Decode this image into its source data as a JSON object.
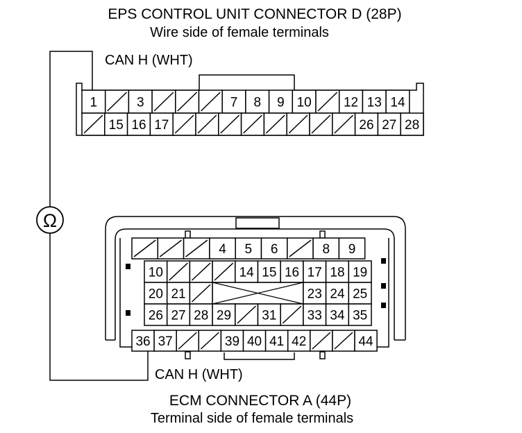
{
  "connector_d": {
    "title": "EPS CONTROL UNIT CONNECTOR D (28P)",
    "subtitle": "Wire side of female terminals",
    "probe_label": "CAN H (WHT)",
    "row1": [
      "1",
      "",
      "3",
      "",
      "",
      "",
      "7",
      "8",
      "9",
      "10",
      "",
      "12",
      "13",
      "14"
    ],
    "row2": [
      "",
      "15",
      "16",
      "17",
      "",
      "",
      "",
      "",
      "",
      "",
      "",
      "",
      "26",
      "27",
      "28"
    ]
  },
  "connector_a": {
    "title": "ECM CONNECTOR A (44P)",
    "subtitle": "Terminal side of female terminals",
    "probe_label": "CAN H (WHT)",
    "row1": [
      "",
      "",
      "",
      "4",
      "5",
      "6",
      "",
      "8",
      "9"
    ],
    "row2": [
      "10",
      "",
      "",
      "",
      "14",
      "15",
      "16",
      "17",
      "18",
      "19"
    ],
    "row3": [
      "20",
      "21",
      "",
      "",
      "",
      "",
      "",
      "23",
      "24",
      "25"
    ],
    "row4": [
      "26",
      "27",
      "28",
      "29",
      "",
      "31",
      "",
      "33",
      "34",
      "35"
    ],
    "row5": [
      "36",
      "37",
      "",
      "",
      "39",
      "40",
      "41",
      "42",
      "",
      "",
      "44"
    ]
  },
  "meter": {
    "symbol": "Ω",
    "name": "ohmmeter"
  }
}
